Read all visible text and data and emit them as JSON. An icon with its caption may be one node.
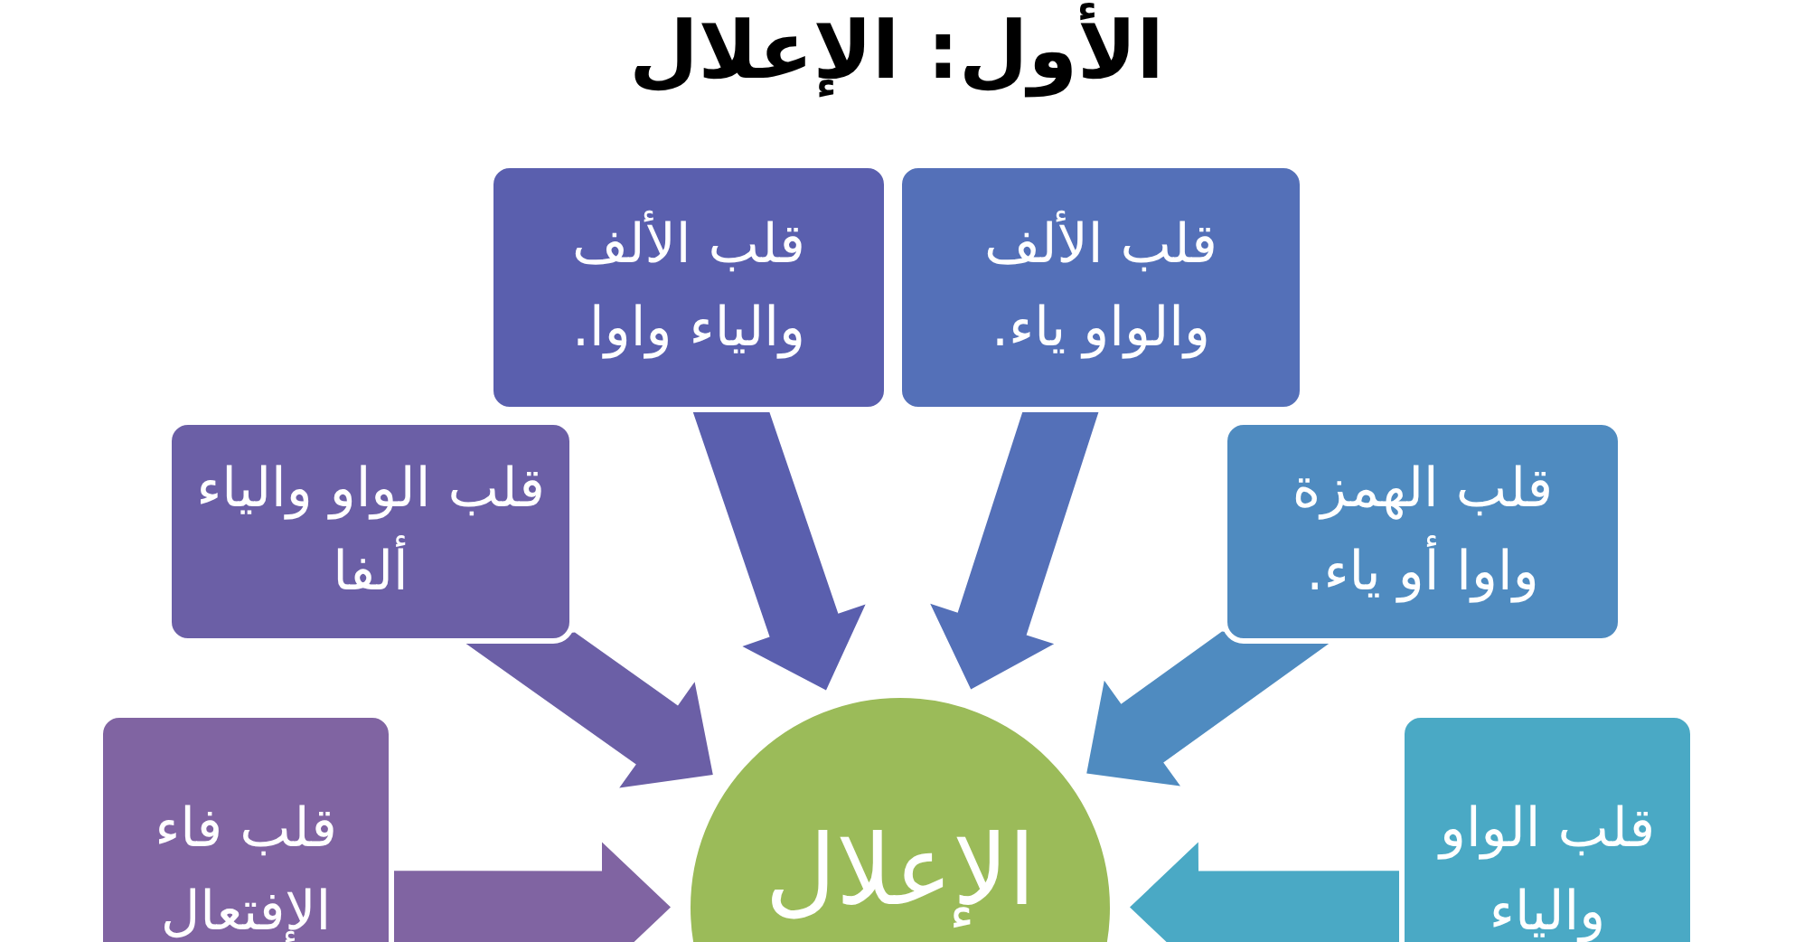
{
  "diagram": {
    "title": "الأول: الإعلال",
    "nodes": [
      {
        "text": [
          "قلب الألف والواو ياء."
        ]
      },
      {
        "text": [
          "قلب الألف والياء واوا."
        ]
      },
      {
        "text": [
          "قلب الهمزة واوا أو ياء."
        ]
      },
      {
        "text": [
          "قلب الواو والياء ألفا"
        ]
      },
      {
        "text": [
          "قلب الواو والياء"
        ]
      },
      {
        "text": [
          "الإعلال"
        ]
      },
      {
        "text": [
          "قلب فاء الإفتعال"
        ]
      }
    ],
    "edges": [
      {
        "from": 0,
        "to": 5,
        "arrow": "to",
        "color": "#5470b8"
      },
      {
        "from": 1,
        "to": 5,
        "arrow": "to",
        "color": "#5a5fae"
      },
      {
        "from": 2,
        "to": 5,
        "arrow": "to",
        "color": "#4f8bc0"
      },
      {
        "from": 3,
        "to": 5,
        "arrow": "to",
        "color": "#6b5fa6"
      },
      {
        "from": 4,
        "to": 5,
        "arrow": "to",
        "color": "#4aa9c5"
      },
      {
        "from": 6,
        "to": 5,
        "arrow": "to",
        "color": "#8064a2"
      }
    ]
  }
}
